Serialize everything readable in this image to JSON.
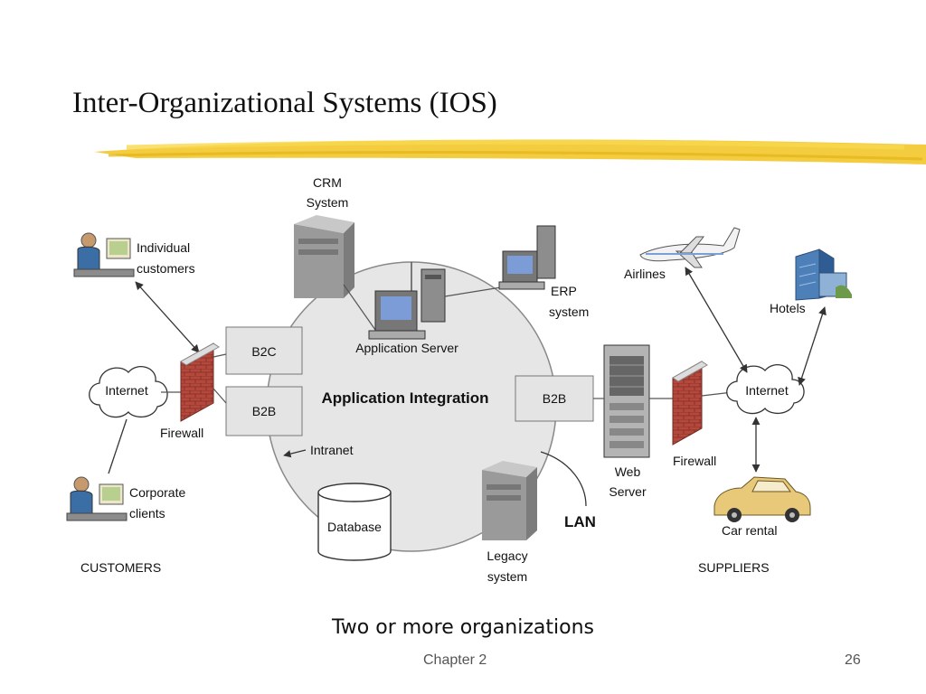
{
  "slide": {
    "title": "Inter-Organizational Systems (IOS)",
    "caption": "Two or more organizations",
    "footer_left": "Chapter 2",
    "page_number": "26"
  },
  "colors": {
    "highlighter": "#f2c62b",
    "firewall_brick": "#b5483c",
    "integration_circle": "#e6e6e6",
    "box_fill": "#e4e4e4"
  },
  "diagram": {
    "customers": {
      "heading": "CUSTOMERS",
      "individual": [
        "Individual",
        "customers"
      ],
      "corporate": [
        "Corporate",
        "clients"
      ]
    },
    "left_internet": "Internet",
    "left_firewall": "Firewall",
    "b2c": "B2C",
    "b2b_left": "B2B",
    "center_label": "Application Integration",
    "intranet": "Intranet",
    "crm": [
      "CRM",
      "System"
    ],
    "application_server": "Application Server",
    "erp": [
      "ERP",
      "system"
    ],
    "database": "Database",
    "legacy": [
      "Legacy",
      "system"
    ],
    "lan": "LAN",
    "b2b_right": "B2B",
    "web_server": [
      "Web",
      "Server"
    ],
    "right_firewall": "Firewall",
    "right_internet": "Internet",
    "suppliers": {
      "heading": "SUPPLIERS",
      "airlines": "Airlines",
      "hotels": "Hotels",
      "car_rental": "Car rental"
    }
  }
}
